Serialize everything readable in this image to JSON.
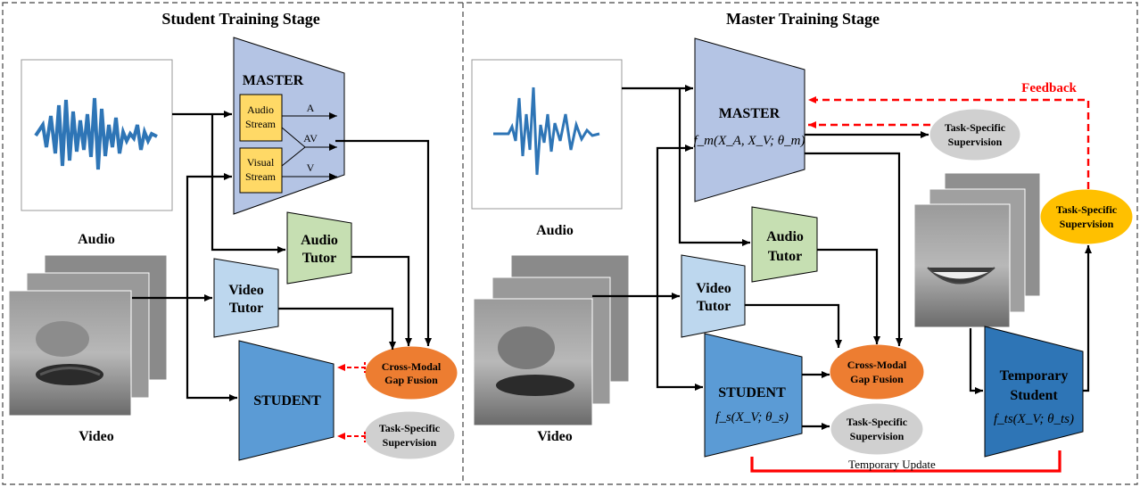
{
  "left_panel": {
    "title": "Student Training Stage",
    "audio_label": "Audio",
    "video_label": "Video",
    "master": {
      "title": "MASTER",
      "audio_stream": [
        "Audio",
        "Stream"
      ],
      "visual_stream": [
        "Visual",
        "Stream"
      ],
      "out_a": "A",
      "out_av": "AV",
      "out_v": "V"
    },
    "audio_tutor": [
      "Audio",
      "Tutor"
    ],
    "video_tutor": [
      "Video",
      "Tutor"
    ],
    "student": "STUDENT",
    "fusion": [
      "Cross-Modal",
      "Gap Fusion"
    ],
    "supervision": [
      "Task-Specific",
      "Supervision"
    ]
  },
  "right_panel": {
    "title": "Master Training Stage",
    "audio_label": "Audio",
    "video_label": "Video",
    "master": {
      "title": "MASTER",
      "formula": "f_m(X_A, X_V; θ_m)"
    },
    "master_supervision": [
      "Task-Specific",
      "Supervision"
    ],
    "feedback": "Feedback",
    "audio_tutor": [
      "Audio",
      "Tutor"
    ],
    "video_tutor": [
      "Video",
      "Tutor"
    ],
    "student": {
      "title": "STUDENT",
      "formula": "f_s(X_V; θ_s)"
    },
    "fusion": [
      "Cross-Modal",
      "Gap Fusion"
    ],
    "student_supervision": [
      "Task-Specific",
      "Supervision"
    ],
    "temp_student": {
      "title": [
        "Temporary",
        "Student"
      ],
      "formula": "f_ts(X_V; θ_ts)"
    },
    "temp_supervision": [
      "Task-Specific",
      "Supervision"
    ],
    "temporary_update": "Temporary Update"
  },
  "colors": {
    "master": "#b4c4e4",
    "audio_tutor": "#c6dfb2",
    "video_tutor": "#bdd7ee",
    "student": "#5b9bd5",
    "temp_student": "#2e75b6",
    "fusion": "#ed7d31",
    "supervision": "#d0d0d0",
    "gold": "#ffc000",
    "stream": "#ffd966",
    "feedback": "#ff0000"
  }
}
